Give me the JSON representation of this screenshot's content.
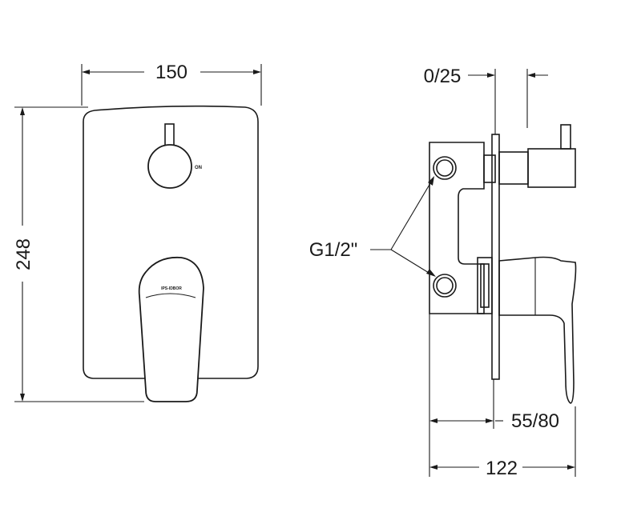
{
  "front_view": {
    "width_label": "150",
    "height_label": "248",
    "knob_label": "ON",
    "brand_label": "IPS-IDBOR"
  },
  "side_view": {
    "top_label": "0/25",
    "thread_label": "G1/2\"",
    "depth_label": "55/80",
    "total_depth_label": "122"
  },
  "colors": {
    "line": "#1a1a1a",
    "background": "#ffffff"
  }
}
